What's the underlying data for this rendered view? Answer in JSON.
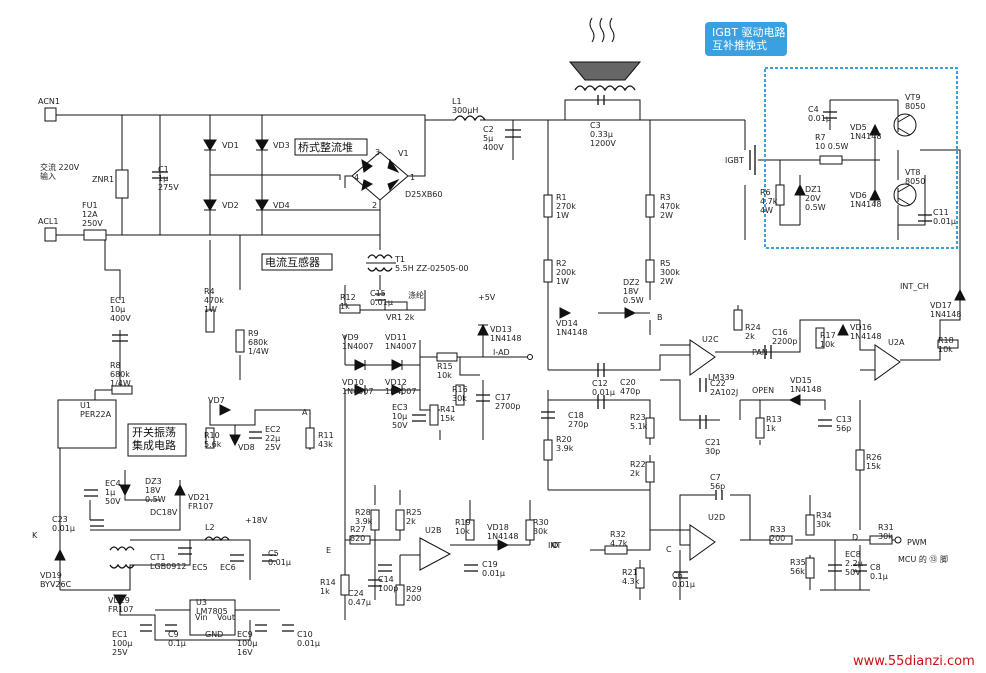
{
  "labels": {
    "acn": "ACN1",
    "acl": "ACL1",
    "mains": "交流 220V\n输入",
    "fu1": "FU1\n12A\n250V",
    "znr1": "ZNR1",
    "c1": "C1\n1μ\n275V",
    "vd1": "VD1",
    "vd2": "VD2",
    "vd3": "VD3",
    "vd4": "VD4",
    "bridge_callout": "桥式整流堆",
    "v1": "V1",
    "bridge_part": "D25XB60",
    "node3": "3",
    "node4": "4",
    "node1": "1",
    "node2": "2",
    "l1": "L1\n300μH",
    "c2": "C2\n5μ\n400V",
    "c3": "C3\n0.33μ\n1200V",
    "t1": "T1\n5.5H ZZ-02505-00",
    "ct_callout": "电流互感器",
    "r12": "R12\n1k",
    "c15": "C15\n0.01μ",
    "vr1": "VR1 2k",
    "vr1_note": "涤纶",
    "vd9": "VD9\n1N4007",
    "vd10": "VD10\n1N4007",
    "vd11": "VD11\n1N4007",
    "vd12": "VD12\n1N4007",
    "ec3": "EC3\n10μ\n50V",
    "r41": "R41\n15k",
    "r15": "R15\n10k",
    "r16": "R16\n30k",
    "c17": "C17\n2700p",
    "vd13": "VD13\n1N4148",
    "iad": "I-AD",
    "plus5": "+5V",
    "ec1": "EC1\n10μ\n400V",
    "r8": "R8\n680k\n1/4W",
    "u1": "U1\nPER22A",
    "u1_callout": "开关振荡\n集成电路",
    "ec4": "EC4\n1μ\n50V",
    "dz3": "DZ3\n18V\n0.5W",
    "vd21": "VD21\nFR107",
    "dc18": "DC18V",
    "c23": "C23\n0.01μ",
    "k": "K",
    "vd19": "VD19\nBYV26C",
    "ct1": "CT1\nLGB0912",
    "ec5": "EC5",
    "l2": "L2",
    "ec6": "EC6",
    "plus18": "+18V",
    "c5": "C5\n0.01μ",
    "vd29": "VD29\nFR107",
    "ec1b": "EC1\n100μ\n25V",
    "c9": "C9\n0.1μ",
    "u3": "U3\nLM7805",
    "vin": "Vin",
    "vout": "Vout",
    "gnd": "GND",
    "ec9": "EC9\n100μ\n16V",
    "c10": "C10\n0.01μ",
    "r4": "R4\n470k\n1W",
    "r9": "R9\n680k\n1/4W",
    "vd7": "VD7",
    "vd8": "VD8",
    "r10": "R10\n5.6k",
    "ec2": "EC2\n22μ\n25V",
    "r11": "R11\n43k",
    "a": "A",
    "r1": "R1\n270k\n1W",
    "r2": "R2\n200k\n1W",
    "r3": "R3\n470k\n2W",
    "r5": "R5\n300k\n2W",
    "dz2": "DZ2\n18V\n0.5W",
    "vd14": "VD14\n1N4148",
    "b": "B",
    "c12": "C12\n0.01μ",
    "c20": "C20\n470p",
    "c18": "C18\n270p",
    "r20": "R20\n3.9k",
    "r23": "R23\n5.1k",
    "r22": "R22\n2k",
    "u2c": "U2C",
    "lm339": "LM339",
    "c16": "C16\n2200p",
    "pan": "PAN",
    "c22": "C22\n2A102J",
    "c21": "C21\n30p",
    "r24": "R24\n2k",
    "r17": "R17\n10k",
    "vd16": "VD16\n1N4148",
    "vd15": "VD15\n1N4148",
    "open": "OPEN",
    "r13": "R13\n1k",
    "c13": "C13\n56p",
    "u2a": "U2A",
    "r18": "R18\n10k",
    "int_ch": "INT_CH",
    "vd17": "VD17\n1N4148",
    "r26": "R26\n15k",
    "igbt_title": "IGBT 驱动电路\n互补推挽式",
    "igbt": "IGBT",
    "c4": "C4\n0.01μ",
    "vd5": "VD5\n1N4148",
    "vt9": "VT9\n8050",
    "r7": "R7\n10 0.5W",
    "r6": "R6\n4.7k\n4W",
    "dz1": "DZ1\n20V\n0.5W",
    "vd6": "VD6\n1N4148",
    "vt8": "VT8\n8050",
    "c11": "C11\n0.01μ",
    "r28": "R28\n3.9k",
    "r25": "R25\n2k",
    "r27": "R27\n820",
    "u2b": "U2B",
    "c14": "C14\n100p",
    "r14": "R14\n1k",
    "c24": "C24\n0.47μ",
    "r29": "R29\n200",
    "r19": "R19\n10k",
    "vd18": "VD18\n1N4148",
    "r30": "R30\n30k",
    "int": "INT",
    "c19": "C19\n0.01μ",
    "e": "E",
    "c7": "C7\n56p",
    "u2d": "U2D",
    "r32": "R32\n4.7k",
    "r21": "R21\n4.3k",
    "c6": "C6\n0.01μ",
    "c": "C",
    "r33": "R33\n200",
    "r34": "R34\n30k",
    "r35": "R35\n56k",
    "ec8": "EC8\n2.2μ\n50V",
    "c8": "C8\n0.1μ",
    "r31": "R31\n30k",
    "d": "D",
    "pwm": "PWM",
    "mcu": "MCU 的 ⑬ 脚",
    "watermark": "www.55dianzi.com"
  },
  "colors": {
    "wire": "#111111",
    "igbt_box": "#3aa0e0",
    "callout_fill": "#3aa0e0",
    "watermark": "#cc1111"
  }
}
